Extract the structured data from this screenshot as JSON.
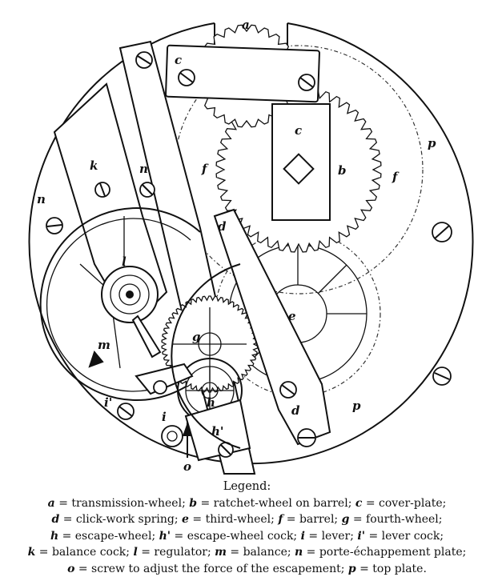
{
  "diagram": {
    "labels": {
      "a": "a",
      "b": "b",
      "c1": "c",
      "c2": "c",
      "d1": "d",
      "d2": "d",
      "e": "e",
      "f1": "f",
      "f2": "f",
      "g": "g",
      "h": "h",
      "h_prime": "h'",
      "i": "i",
      "i_prime": "i'",
      "k": "k",
      "l": "l",
      "m": "m",
      "n1": "n",
      "n2": "n",
      "o": "o",
      "p1": "p",
      "p2": "p"
    }
  },
  "legend": {
    "title": "Legend:",
    "entries": [
      {
        "key": "a",
        "text": "transmission-wheel;"
      },
      {
        "key": "b",
        "text": "ratchet-wheel on barrel;"
      },
      {
        "key": "c",
        "text": "cover-plate;"
      },
      {
        "key": "d",
        "text": "click-work spring;"
      },
      {
        "key": "e",
        "text": "third-wheel;"
      },
      {
        "key": "f",
        "text": "barrel;"
      },
      {
        "key": "g",
        "text": "fourth-wheel;"
      },
      {
        "key": "h",
        "text": "escape-wheel;"
      },
      {
        "key": "h'",
        "text": "escape-wheel cock;"
      },
      {
        "key": "i",
        "text": "lever;"
      },
      {
        "key": "i'",
        "text": "lever cock;"
      },
      {
        "key": "k",
        "text": "balance cock;"
      },
      {
        "key": "l",
        "text": "regulator;"
      },
      {
        "key": "m",
        "text": "balance;"
      },
      {
        "key": "n",
        "text": "porte-échappement plate;"
      },
      {
        "key": "o",
        "text": "screw to adjust the force of the escapement;"
      },
      {
        "key": "p",
        "text": "top plate."
      }
    ],
    "lines": [
      [
        0,
        1,
        2
      ],
      [
        3,
        4,
        5,
        6
      ],
      [
        7,
        8,
        9,
        10
      ],
      [
        11,
        12,
        13,
        14
      ],
      [
        15,
        16
      ]
    ]
  }
}
